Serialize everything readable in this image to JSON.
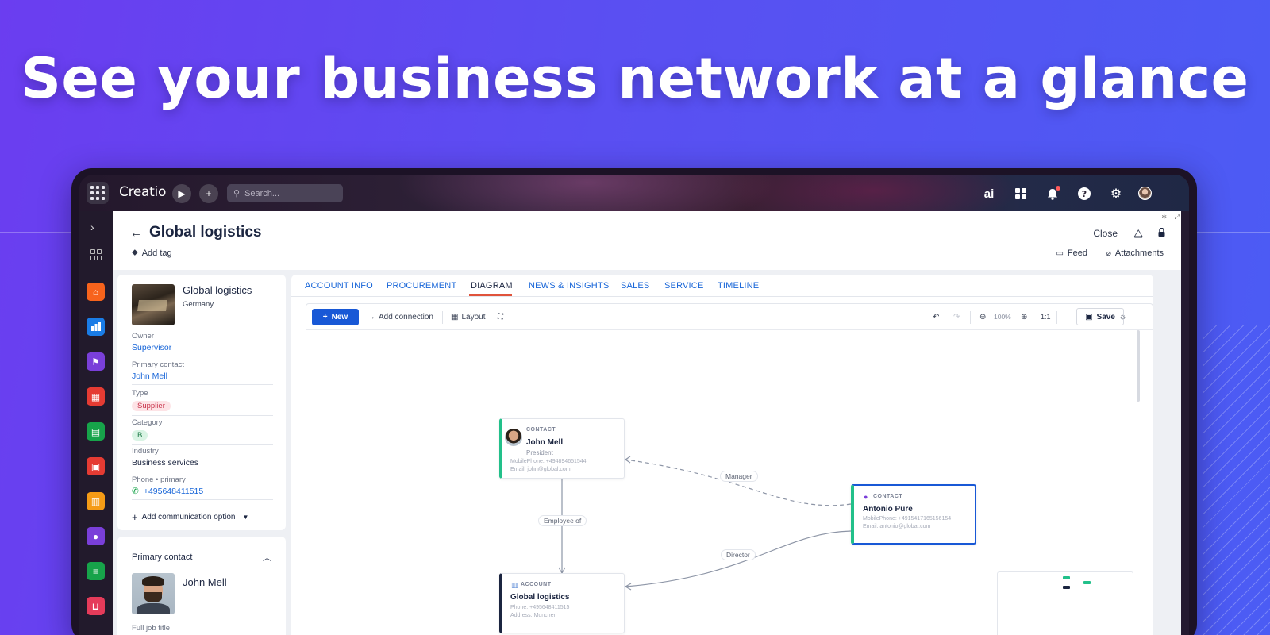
{
  "hero": {
    "headline": "See your business network at a glance"
  },
  "topbar": {
    "logo": "Creatio",
    "search_placeholder": "Search...",
    "ai_label": "ai"
  },
  "page": {
    "title": "Global logistics",
    "add_tag": "Add tag",
    "close": "Close",
    "feed": "Feed",
    "attachments": "Attachments"
  },
  "account": {
    "name": "Global logistics",
    "country": "Germany",
    "fields": [
      {
        "label": "Owner",
        "value": "Supervisor"
      },
      {
        "label": "Primary contact",
        "value": "John Mell"
      },
      {
        "label": "Type",
        "value": "Supplier"
      },
      {
        "label": "Category",
        "value": "B"
      },
      {
        "label": "Industry",
        "value": "Business services"
      },
      {
        "label": "Phone • primary",
        "value": "+495648411515"
      }
    ],
    "add_comm": "Add communication option"
  },
  "primary_contact": {
    "title": "Primary contact",
    "name": "John Mell",
    "job_label": "Full job title"
  },
  "tabs": [
    "ACCOUNT INFO",
    "PROCUREMENT",
    "DIAGRAM",
    "NEWS & INSIGHTS",
    "SALES",
    "SERVICE",
    "TIMELINE"
  ],
  "active_tab": "DIAGRAM",
  "toolbar": {
    "new": "New",
    "add_connection": "Add connection",
    "layout": "Layout",
    "zoom": "100%",
    "ratio": "1:1",
    "save": "Save"
  },
  "nodes": {
    "john": {
      "type": "CONTACT",
      "name": "John Mell",
      "role": "President",
      "phone": "MobilePhone: +494894651544",
      "email": "Email: john@global.com"
    },
    "antonio": {
      "type": "CONTACT",
      "name": "Antonio Pure",
      "phone": "MobilePhone: +4915417165156154",
      "email": "Email: antonio@global.com"
    },
    "account": {
      "type": "ACCOUNT",
      "name": "Global logistics",
      "phone": "Phone: +495648411515",
      "address": "Address: Munchen"
    }
  },
  "edges": {
    "manager": "Manager",
    "employee_of": "Employee of",
    "director": "Director"
  },
  "colors": {
    "accent": "#1858d6",
    "link": "#1765d8",
    "active_tab_underline": "#e0533b",
    "contact_stripe": "#22c08a",
    "account_stripe": "#1b2540"
  }
}
